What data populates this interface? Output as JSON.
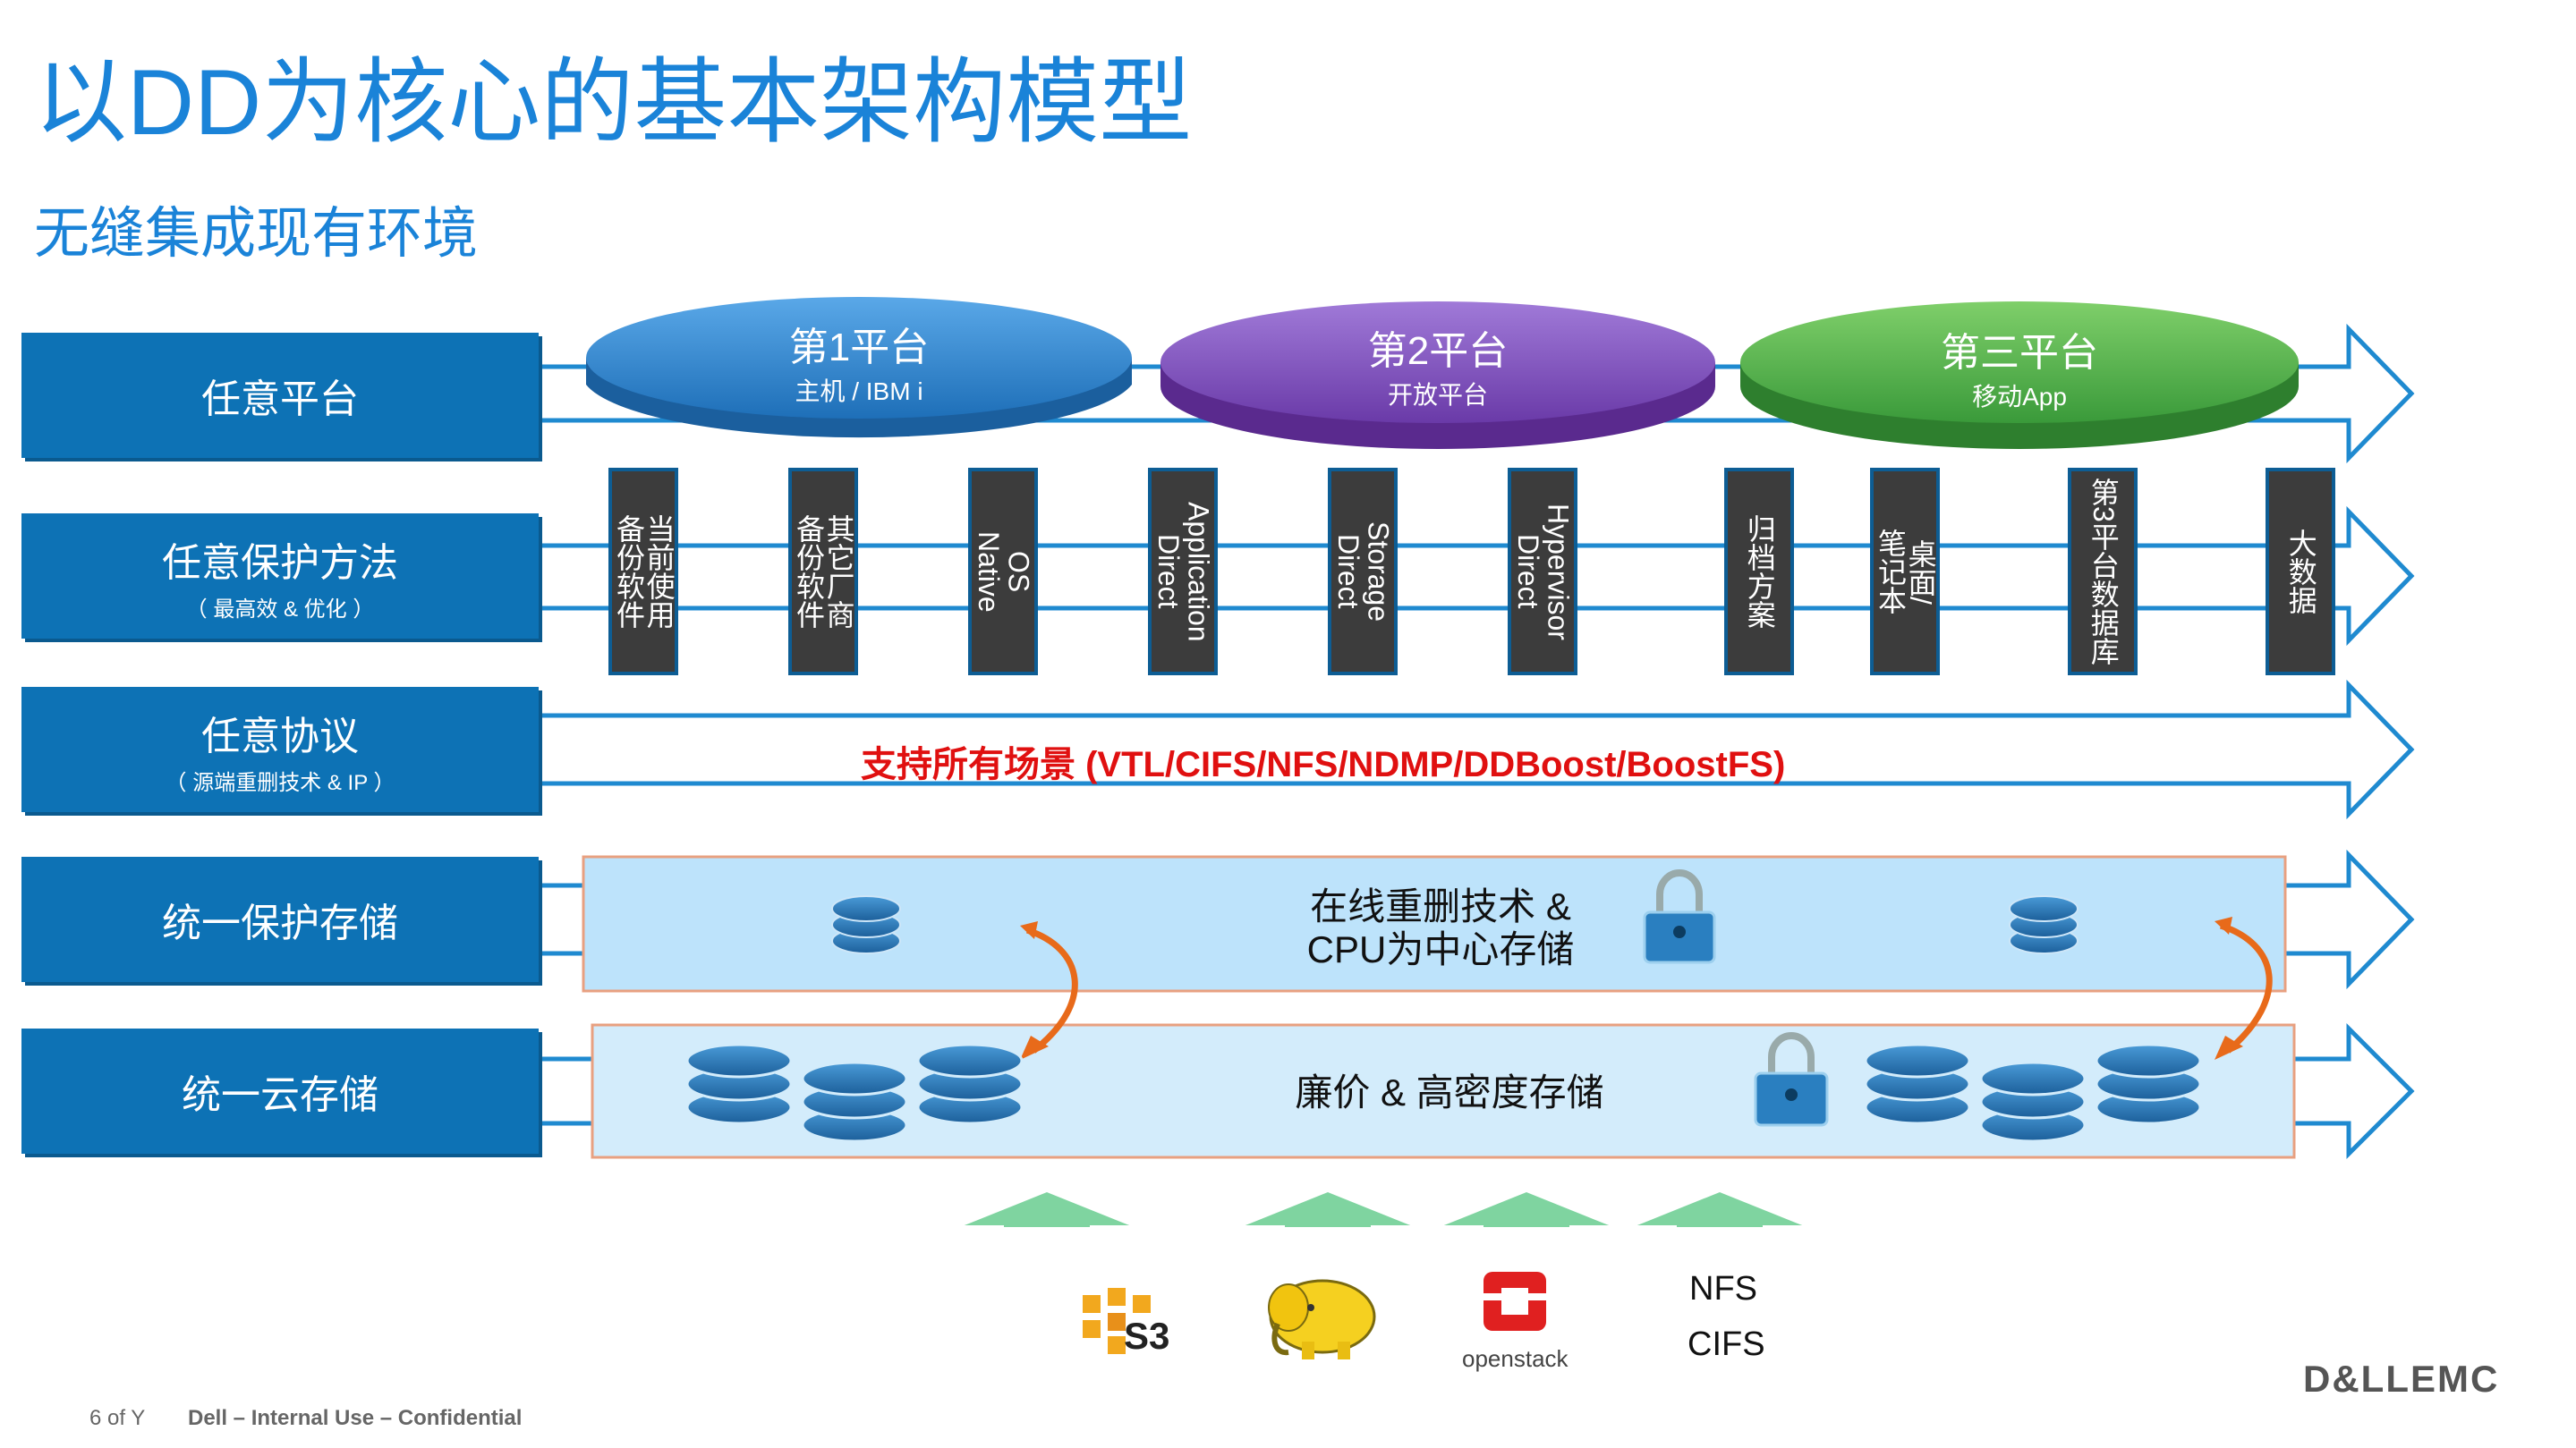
{
  "title": "以DD为核心的基本架构模型",
  "subtitle": "无缝集成现有环境",
  "rows": [
    {
      "main": "任意平台",
      "sub": ""
    },
    {
      "main": "任意保护方法",
      "sub": "（ 最高效 & 优化 ）"
    },
    {
      "main": "任意协议",
      "sub": "（ 源端重删技术 & IP ）"
    },
    {
      "main": "统一保护存储",
      "sub": ""
    },
    {
      "main": "统一云存储",
      "sub": ""
    }
  ],
  "platforms": [
    {
      "title": "第1平台",
      "sub": "主机 / IBM i",
      "color": "#2f87d0"
    },
    {
      "title": "第2平台",
      "sub": "开放平台",
      "color": "#7b4bb8"
    },
    {
      "title": "第三平台",
      "sub": "移动App",
      "color": "#4aa64a"
    }
  ],
  "methods": [
    "当前使用\n备份软件",
    "其它厂商\n备份软件",
    "OS\nNative",
    "Application\nDirect",
    "Storage\nDirect",
    "Hypervisor\nDirect",
    "归档方案",
    "桌面/\n笔记本",
    "第3平台数据库",
    "大数据"
  ],
  "protocol_text": "支持所有场景 (VTL/CIFS/NFS/NDMP/DDBoost/BoostFS)",
  "protect_storage": {
    "line1": "在线重删技术 &",
    "line2": "CPU为中心存储"
  },
  "cloud_storage": {
    "text": "廉价 & 高密度存储"
  },
  "sources": [
    {
      "name": "s3-logo",
      "label": "S3"
    },
    {
      "name": "hadoop-logo",
      "label": ""
    },
    {
      "name": "openstack-logo",
      "label": "openstack"
    },
    {
      "name": "nfs-cifs",
      "line1": "NFS",
      "line2": "CIFS"
    }
  ],
  "footer": {
    "page": "6 of Y",
    "confidential": "Dell – Internal Use – Confidential",
    "brand": "D&LLEMC"
  },
  "colors": {
    "accent": "#1a83d8",
    "row_label": "#0d72b5",
    "arrow_outline": "#1f8ad0",
    "storage_fill": "#bde3fb",
    "protocol_red": "#e01010",
    "source_arrow": "#7fd4a0"
  }
}
